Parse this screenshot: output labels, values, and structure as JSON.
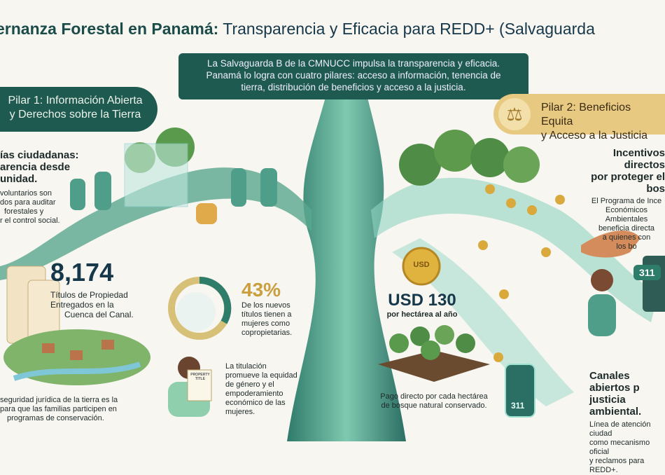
{
  "title": {
    "bold": "ernanza Forestal en Panamá:",
    "rest": " Transparencia y Eficacia para REDD+ (Salvaguarda"
  },
  "banner": [
    "La Salvaguarda B de la CMNUCC impulsa la transparencia y eficacia.",
    "Panamá lo logra con cuatro pilares: acceso a información, tenencia de",
    "tierra, distribución de beneficios y acceso a la justicia."
  ],
  "pillar1": {
    "title": [
      "Pilar 1: Información Abierta",
      "y Derechos sobre la Tierra"
    ]
  },
  "pillar2": {
    "title": [
      "Pilar 2: Beneficios Equita",
      "y Acceso a la Justicia"
    ],
    "icon": "scale-icon"
  },
  "veedurias": {
    "heading": [
      "ías ciudadanas:",
      "arencia desde",
      "unidad."
    ],
    "text": [
      "voluntarios son",
      "dos para auditar",
      "forestales y",
      "r el control social."
    ]
  },
  "titles": {
    "number": "8,174",
    "label": [
      "Títulos de Propiedad",
      "Entregados en la",
      "Cuenca del Canal."
    ]
  },
  "security": [
    "seguridad jurídica de la tierra es la",
    "para que las familias participen en",
    "programas de conservación."
  ],
  "women": {
    "percent": "43%",
    "percent_value": 43,
    "text": [
      "De los nuevos",
      "títulos tienen a",
      "mujeres como",
      "copropietarias."
    ]
  },
  "gender": [
    "La titulación",
    "promueve la equidad",
    "de género y el",
    "empoderamiento",
    "económico de las",
    "mujeres."
  ],
  "document_label": [
    "PROPERTY",
    "TITLE"
  ],
  "usd": {
    "coin": "USD",
    "amount": "USD 130",
    "unit": "por hectárea al año",
    "text": [
      "Pago directo por cada hectárea",
      "de bosque natural conservado."
    ]
  },
  "incentives": {
    "heading": [
      "Incentivos directos",
      "por proteger el bos"
    ],
    "text": [
      "El Programa de Ince",
      "Económicos Ambientales",
      "beneficia directa",
      "a quienes con",
      "los bo"
    ]
  },
  "justice": {
    "heading": [
      "Canales abiertos p",
      "justicia ambiental."
    ],
    "text": [
      "Línea de atención ciudad",
      "como mecanismo oficial",
      "y reclamos para REDD+."
    ],
    "phone": "311",
    "bubble": "311"
  },
  "colors": {
    "dark_green": "#1f5a50",
    "gold": "#e8c982",
    "navy": "#17384a"
  }
}
